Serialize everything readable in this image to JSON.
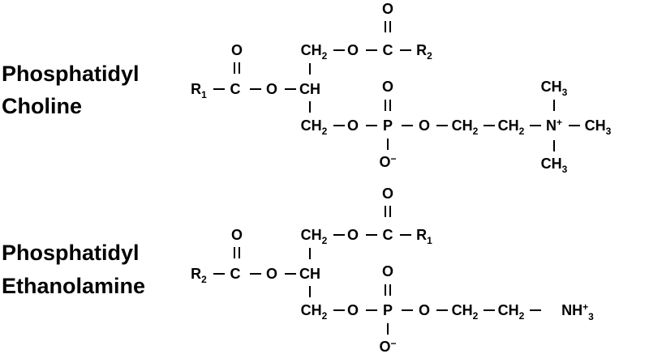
{
  "molecules": [
    {
      "name_line1": "Phosphatidyl",
      "name_line2": "Choline",
      "atoms": [
        {
          "t": "O"
        },
        {
          "t": "CH",
          "sub": "2"
        },
        {
          "t": "O"
        },
        {
          "t": "C"
        },
        {
          "t": "R",
          "sub": "2"
        },
        {
          "t": "O"
        },
        {
          "t": "R",
          "sub": "1"
        },
        {
          "t": "C"
        },
        {
          "t": "O"
        },
        {
          "t": "CH"
        },
        {
          "t": "O"
        },
        {
          "t": "CH",
          "sub": "2"
        },
        {
          "t": "O"
        },
        {
          "t": "P"
        },
        {
          "t": "O"
        },
        {
          "t": "CH",
          "sub": "2"
        },
        {
          "t": "CH",
          "sub": "2"
        },
        {
          "t": "N",
          "sup": "+"
        },
        {
          "t": "CH",
          "sub": "3"
        },
        {
          "t": "CH",
          "sub": "3"
        },
        {
          "t": "CH",
          "sub": "3"
        },
        {
          "t": "O",
          "sup": "−"
        }
      ]
    },
    {
      "name_line1": "Phosphatidyl",
      "name_line2": "Ethanolamine",
      "atoms": [
        {
          "t": "O"
        },
        {
          "t": "CH",
          "sub": "2"
        },
        {
          "t": "O"
        },
        {
          "t": "C"
        },
        {
          "t": "R",
          "sub": "1"
        },
        {
          "t": "O"
        },
        {
          "t": "R",
          "sub": "2"
        },
        {
          "t": "C"
        },
        {
          "t": "O"
        },
        {
          "t": "CH"
        },
        {
          "t": "O"
        },
        {
          "t": "CH",
          "sub": "2"
        },
        {
          "t": "O"
        },
        {
          "t": "P"
        },
        {
          "t": "O"
        },
        {
          "t": "CH",
          "sub": "2"
        },
        {
          "t": "CH",
          "sub": "2"
        },
        {
          "t": "NH",
          "sub": "3",
          "sup": "+"
        },
        {
          "t": "O",
          "sup": "−"
        }
      ]
    }
  ]
}
